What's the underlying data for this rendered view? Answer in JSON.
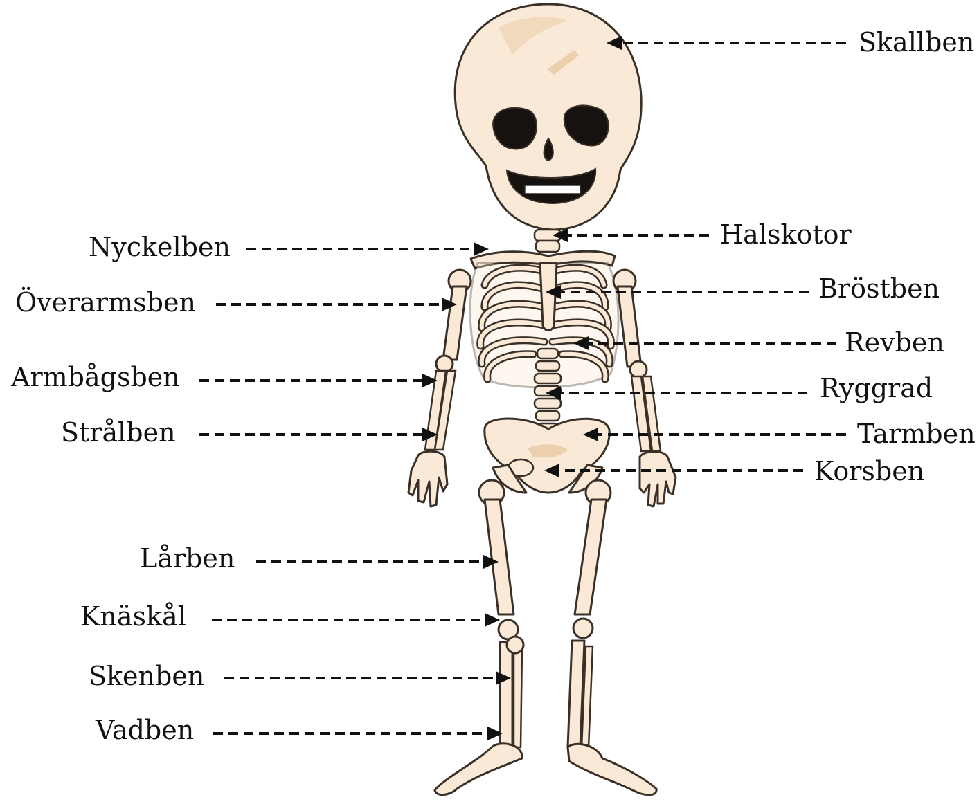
{
  "labels": {
    "skallben": "Skallben",
    "halskotor": "Halskotor",
    "nyckelben": "Nyckelben",
    "brostben": "Bröstben",
    "overarmsben": "Överarmsben",
    "revben": "Revben",
    "armbagsben": "Armbågsben",
    "ryggrad": "Ryggrad",
    "stralben": "Strålben",
    "tarmben": "Tarmben",
    "korsben": "Korsben",
    "larben": "Lårben",
    "knaskal": "Knäskål",
    "skenben": "Skenben",
    "vadben": "Vadben"
  },
  "colors": {
    "bone": "#fbe9d7",
    "bone_shade": "#e8c9a4",
    "outline": "#3a3027",
    "text": "#111111"
  }
}
